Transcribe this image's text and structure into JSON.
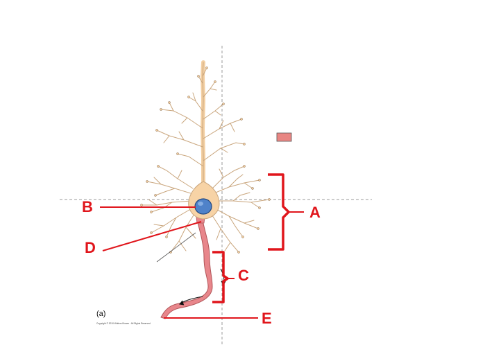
{
  "labels": {
    "a": "A",
    "b": "B",
    "c": "C",
    "d": "D",
    "e": "E"
  },
  "panel_label": "(a)",
  "copyright": "Copyright © 2010 Wolters Kluwer · All Rights Reserved",
  "colors": {
    "label_red": "#e0151b",
    "cell_body": "#f7d3a6",
    "cell_outline": "#c9a57c",
    "axon": "#e8868b",
    "nucleus": "#4f82c9",
    "legend_box": "#e88683",
    "guide_line": "#9a9a9a"
  }
}
